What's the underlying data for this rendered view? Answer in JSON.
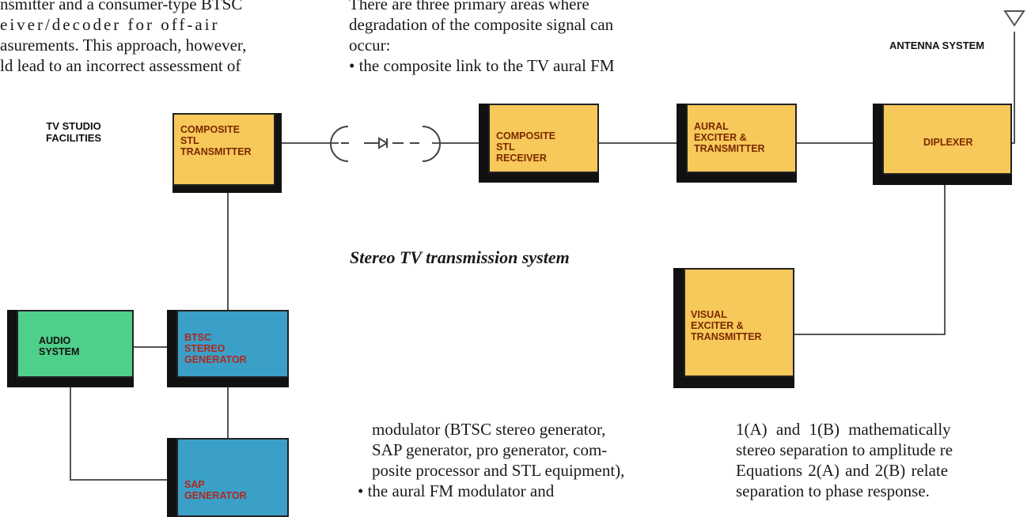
{
  "text_top_left": [
    "nsmitter and a consumer-type BTSC",
    "eiver/decoder for off-air",
    "asurements. This approach, however,",
    "ld lead to an incorrect assessment of"
  ],
  "text_top_middle": [
    "There are three primary areas where",
    "degradation of the composite signal can",
    "occur:",
    "• the composite link to the TV aural FM"
  ],
  "text_bottom_middle": [
    "modulator (BTSC stereo generator,",
    "SAP generator, pro generator, com-",
    "posite processor and STL equipment),",
    "• the aural FM modulator and"
  ],
  "text_bottom_right": [
    "1(A) and 1(B) mathematically",
    "stereo separation to amplitude re",
    "Equations 2(A) and 2(B) relate",
    "separation to phase response."
  ],
  "caption": "Stereo TV transmission system",
  "labels": {
    "tv_studio": "TV STUDIO\nFACILITIES",
    "antenna": "ANTENNA SYSTEM"
  },
  "blocks": {
    "composite_stl_tx": "COMPOSITE\nSTL\nTRANSMITTER",
    "composite_stl_rx": "COMPOSITE\nSTL\nRECEIVER",
    "aural_exciter": "AURAL\nEXCITER &\nTRANSMITTER",
    "diplexer": "DIPLEXER",
    "visual_exciter": "VISUAL\nEXCITER &\nTRANSMITTER",
    "audio_system": "AUDIO\nSYSTEM",
    "btsc_stereo_gen": "BTSC\nSTEREO\nGENERATOR",
    "sap_gen": "SAP\nGENERATOR"
  },
  "colors": {
    "orange": "#f7c85a",
    "blue": "#3aa0c8",
    "green": "#4fd08a",
    "dark": "#111111",
    "line": "#555555"
  }
}
